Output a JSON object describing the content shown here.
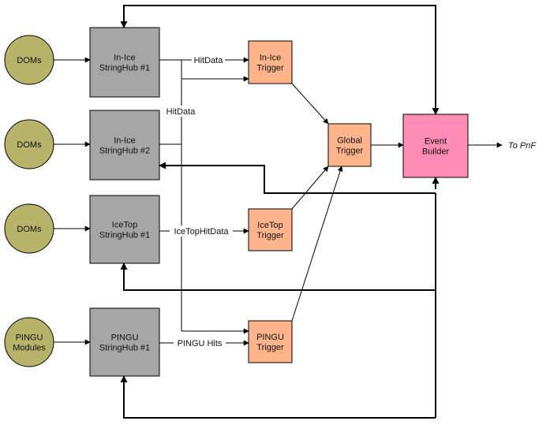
{
  "colors": {
    "dom_fill": "#b7b36a",
    "stringhub_fill": "#a6a6a6",
    "trigger_fill": "#ffb48c",
    "event_builder_fill": "#ff8cb4",
    "line": "#000000"
  },
  "nodes": {
    "dom1": {
      "lines": [
        "DOMs"
      ]
    },
    "dom2": {
      "lines": [
        "DOMs"
      ]
    },
    "dom3": {
      "lines": [
        "DOMs"
      ]
    },
    "pingu_modules": {
      "lines": [
        "PINGU",
        "Modules"
      ]
    },
    "inice_hub1": {
      "lines": [
        "In-Ice",
        "StringHub #1"
      ]
    },
    "inice_hub2": {
      "lines": [
        "In-Ice",
        "StringHub #2"
      ]
    },
    "icetop_hub1": {
      "lines": [
        "IceTop",
        "StringHub #1"
      ]
    },
    "pingu_hub1": {
      "lines": [
        "PINGU",
        "StringHub #1"
      ]
    },
    "inice_trigger": {
      "lines": [
        "In-Ice",
        "Trigger"
      ]
    },
    "icetop_trigger": {
      "lines": [
        "IceTop",
        "Trigger"
      ]
    },
    "pingu_trigger": {
      "lines": [
        "PINGU",
        "Trigger"
      ]
    },
    "global_trigger": {
      "lines": [
        "Global",
        "Trigger"
      ]
    },
    "event_builder": {
      "lines": [
        "Event",
        "Builder"
      ]
    }
  },
  "edge_labels": {
    "hitdata_top": "HitData",
    "hitdata_vertical": "HitData",
    "icetop_hitdata": "IceTopHitData",
    "pingu_hits": "PINGU Hits",
    "to_pnf": "To PnF"
  }
}
